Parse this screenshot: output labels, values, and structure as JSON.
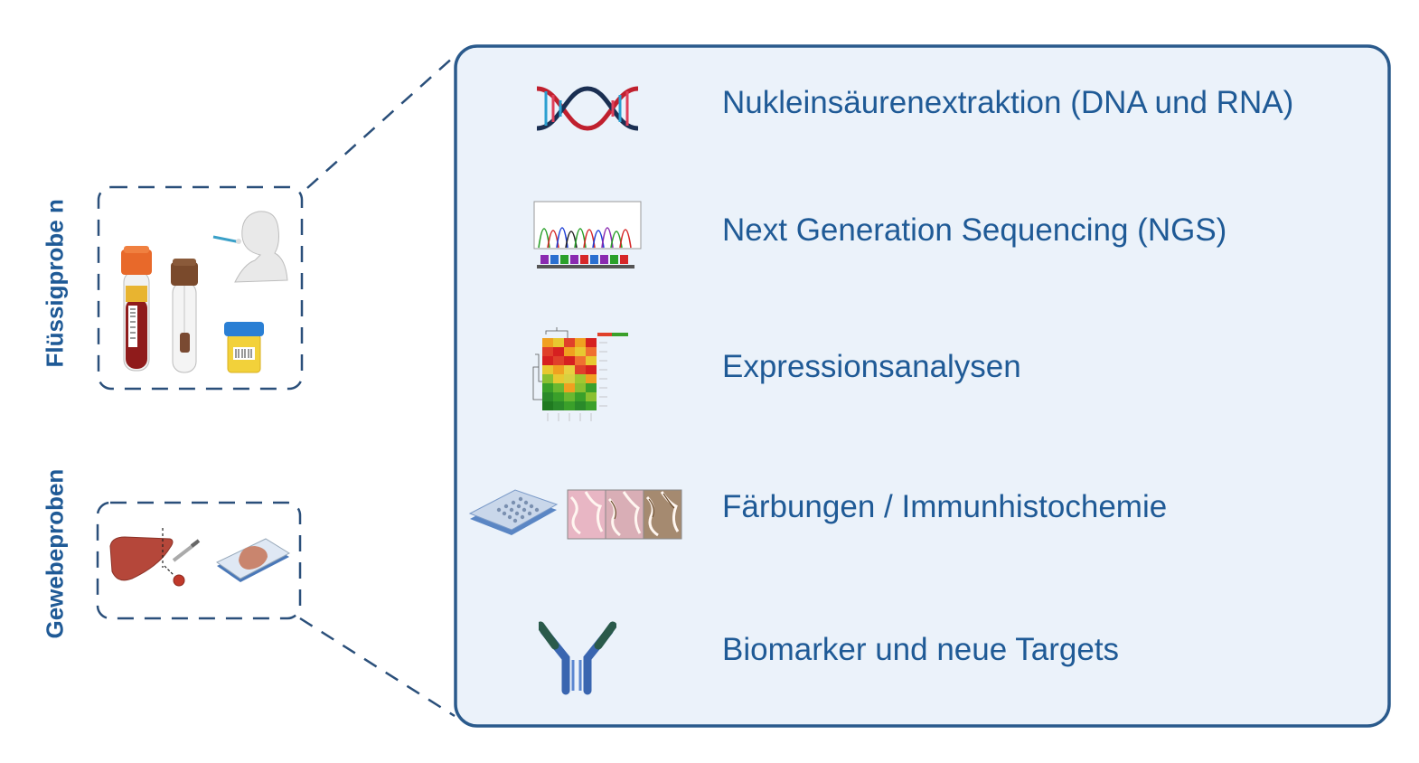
{
  "sample_groups": [
    {
      "label": "Flüssigprobe n"
    },
    {
      "label": "Gewebeproben"
    }
  ],
  "analysis_items": [
    {
      "label": "Nukleinsäurenextraktion (DNA und RNA)",
      "icon": "dna-helix-icon"
    },
    {
      "label": "Next Generation Sequencing (NGS)",
      "icon": "sequencing-chromatogram-icon"
    },
    {
      "label": "Expressionsanalysen",
      "icon": "heatmap-icon"
    },
    {
      "label": "Färbungen / Immunhistochemie",
      "icon": "tissue-microarray-stain-icon"
    },
    {
      "label": "Biomarker und neue Targets",
      "icon": "antibody-icon"
    }
  ],
  "colors": {
    "label_blue": "#1f5a96",
    "panel_border": "#2a5a8c",
    "panel_fill": "#ebf2fa",
    "dash": "#2a4f7a"
  }
}
